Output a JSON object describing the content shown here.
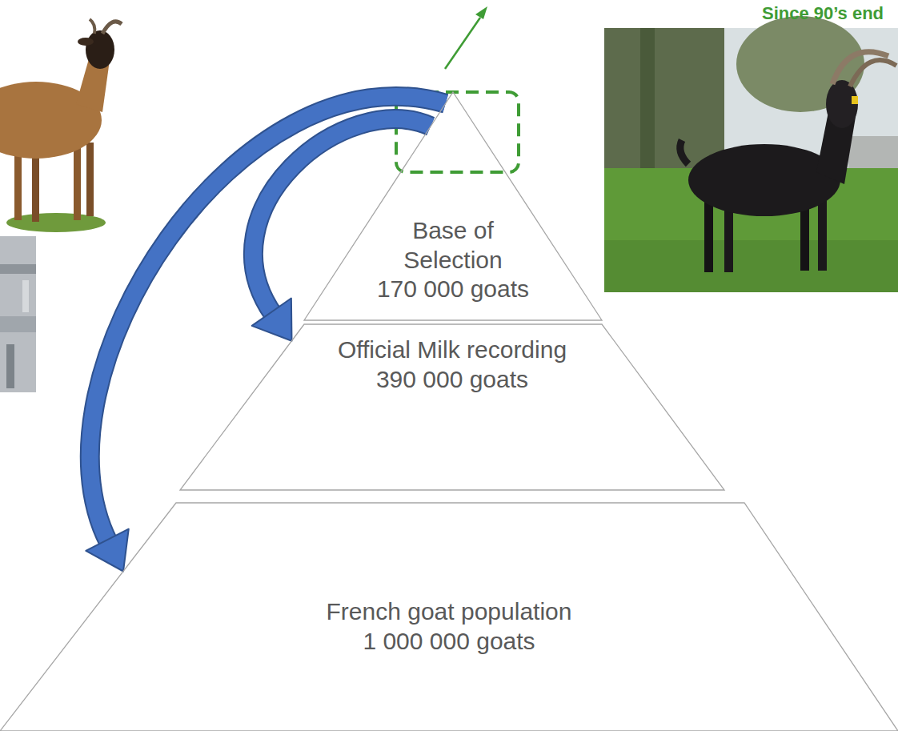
{
  "diagram": {
    "nodes": [
      {
        "text": [
          "Base of Selection",
          "170 000 goats"
        ]
      },
      {
        "text": [
          "Official Milk recording",
          "390 000 goats"
        ]
      },
      {
        "text": [
          "French goat population",
          "1 000 000 goats"
        ]
      }
    ],
    "edges": [
      {
        "from": 0,
        "to": 1,
        "arrow": "to"
      },
      {
        "from": 0,
        "to": 2,
        "arrow": "to"
      }
    ],
    "labels": [
      "Since 90’s end"
    ]
  }
}
